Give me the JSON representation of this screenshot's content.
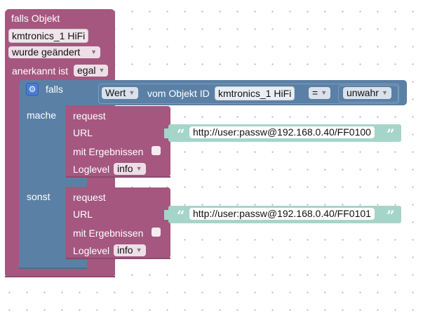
{
  "trigger": {
    "title": "falls Objekt",
    "object_name": "kmtronics_1 HiFi",
    "change_option": "wurde geändert",
    "ack_label": "anerkannt ist",
    "ack_value": "egal"
  },
  "if_block": {
    "label": "falls",
    "compare_source": "Wert",
    "compare_source_text": "vom Objekt ID",
    "compare_object": "kmtronics_1 HiFi",
    "operator": "=",
    "bool_value": "unwahr",
    "do_label": "mache",
    "else_label": "sonst"
  },
  "request_1": {
    "title": "request",
    "url_label": "URL",
    "url_value": "http://user:passw@192.168.0.40/FF0100",
    "results_label": "mit Ergebnissen",
    "loglevel_label": "Loglevel",
    "loglevel_value": "info"
  },
  "request_2": {
    "title": "request",
    "url_label": "URL",
    "url_value": "http://user:passw@192.168.0.40/FF0101",
    "results_label": "mit Ergebnissen",
    "loglevel_label": "Loglevel",
    "loglevel_value": "info"
  },
  "glyphs": {
    "dropdown": "▼",
    "open_quote": "“",
    "close_quote": "”",
    "gear": "⚙"
  },
  "colors": {
    "event_block": "#a5577f",
    "logic_block": "#5b80a5",
    "text_block": "#a5d5c9",
    "canvas": "#ffffff"
  }
}
